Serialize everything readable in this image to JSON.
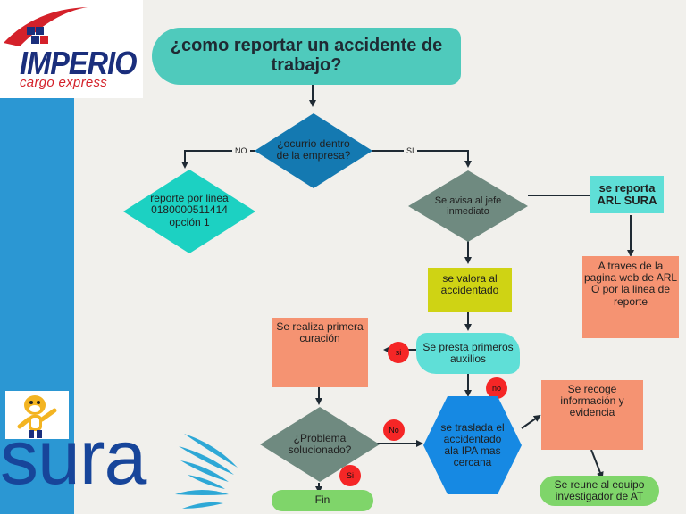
{
  "brand": {
    "name": "IMPERIO",
    "tagline": "cargo express"
  },
  "title": "¿como reportar un accidente de trabajo?",
  "nodes": {
    "q_inside": "¿ocurrio dentro de la empresa?",
    "report_line": "reporte por linea 0180000511414 opción 1",
    "notify_boss": "Se avisa al jefe inmediato",
    "report_arl": "se reporta ARL SURA",
    "web_page": "A traves de la pagina web de ARL O por la linea de reporte",
    "assess": "se valora al accidentado",
    "first_aid": "Se presta primeros auxilios",
    "first_cure": "Se realiza primera curación",
    "q_solved": "¿Problema solucionado?",
    "end": "Fin",
    "transfer": "se traslada el accidentado ala IPA mas cercana",
    "collect": "Se recoge información y evidencia",
    "meeting": "Se reune al equipo investigador de AT"
  },
  "labels": {
    "no": "NO",
    "yes": "SI"
  },
  "badges": {
    "si_1": "si",
    "no_1": "no",
    "no_2": "No",
    "si_2": "Si"
  },
  "sponsor": {
    "name": "sura"
  },
  "colors": {
    "teal": "#4fcabc",
    "navy": "#1479b1",
    "gray_green": "#6f8a80",
    "teal_light": "#1cd1c2",
    "olive": "#cfd314",
    "salmon": "#f59372",
    "light_teal": "#5fdfd7",
    "blue_hex": "#1689e3",
    "green": "#7fd56a",
    "red": "#f52626"
  }
}
